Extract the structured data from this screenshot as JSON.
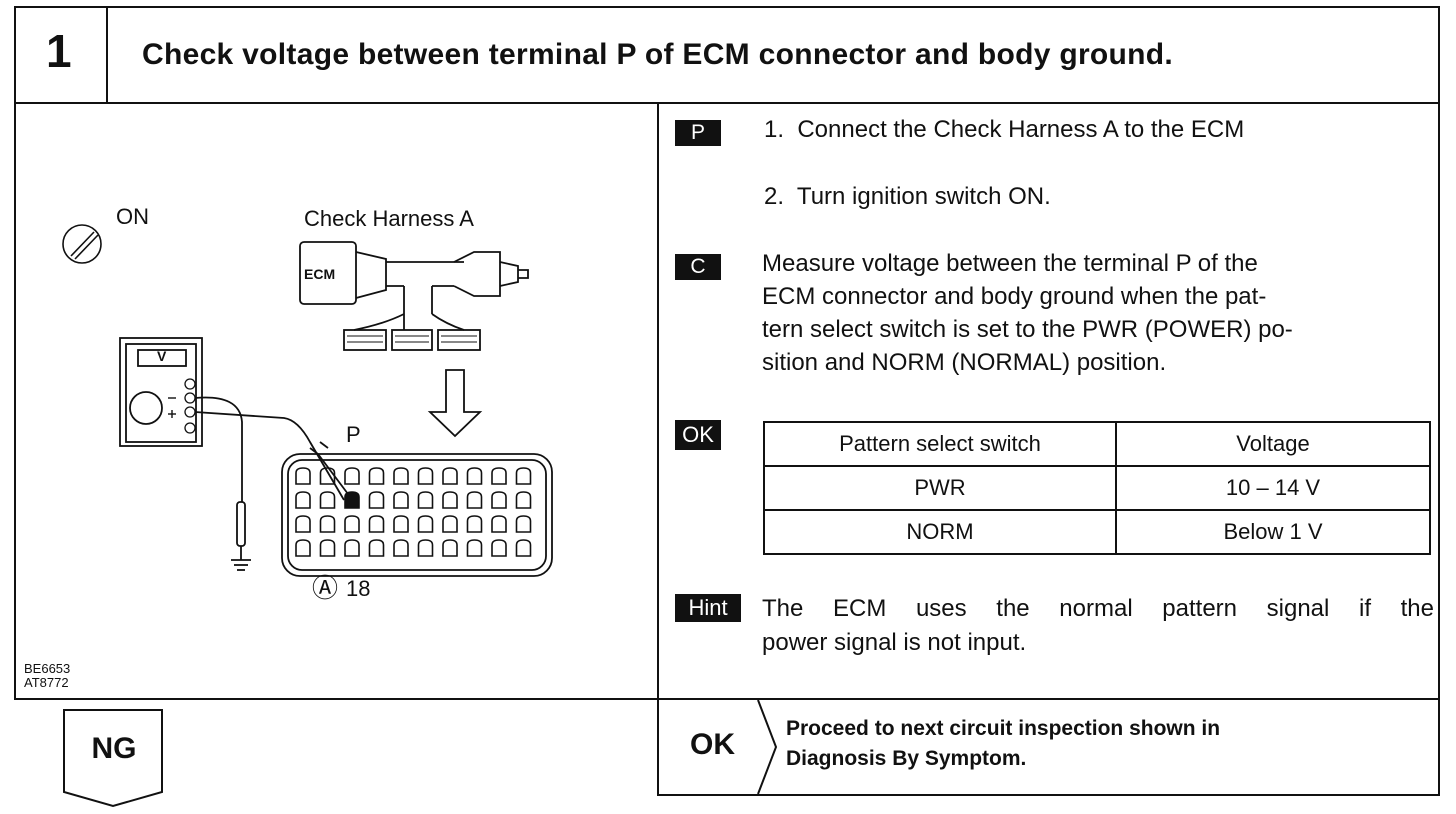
{
  "step": {
    "number": "1",
    "title": "Check voltage between terminal P of ECM connector and body ground."
  },
  "illustration": {
    "ignition_label": "ON",
    "harness_label": "Check Harness A",
    "ecm_label": "ECM",
    "meter_label": "V",
    "terminal_label": "P",
    "connector_label": "18",
    "connector_mark": "Ⓐ",
    "codes": [
      "BE6653",
      "AT8772"
    ]
  },
  "procedure": {
    "prep_tag": "P",
    "prep_steps": [
      "1.  Connect the Check Harness A to the ECM",
      "2.  Turn ignition switch ON."
    ],
    "check_tag": "C",
    "check_lines": [
      "Measure voltage between the terminal P of the",
      "ECM connector and body ground when the pat-",
      "tern select switch is set to the PWR (POWER) po-",
      "sition and NORM (NORMAL) position."
    ],
    "ok_tag": "OK",
    "table": {
      "headers": [
        "Pattern select switch",
        "Voltage"
      ],
      "rows": [
        [
          "PWR",
          "10 – 14 V"
        ],
        [
          "NORM",
          "Below 1 V"
        ]
      ]
    },
    "hint_tag": "Hint",
    "hint_lines": [
      "The ECM uses the normal pattern signal if the",
      "power signal is not input."
    ]
  },
  "results": {
    "ng_label": "NG",
    "ok_label": "OK",
    "ok_text_lines": [
      "Proceed to next circuit inspection shown in",
      "Diagnosis By Symptom."
    ]
  }
}
